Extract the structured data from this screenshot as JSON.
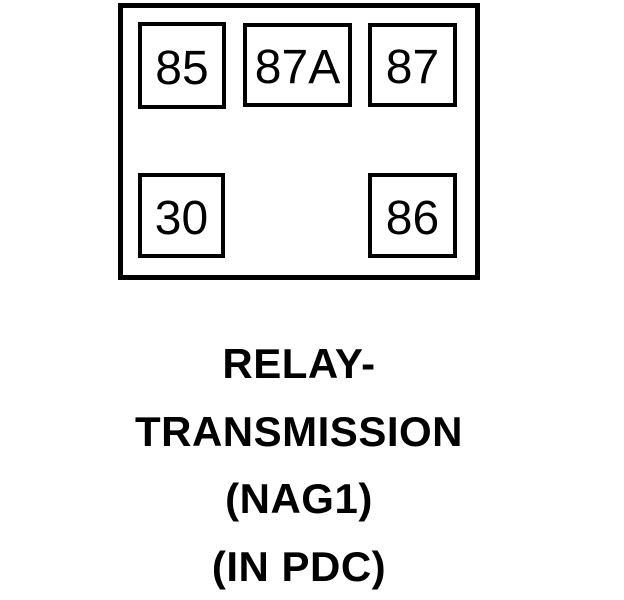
{
  "page": {
    "background_color": "#ffffff",
    "line_color": "#000000"
  },
  "relay_diagram": {
    "pins": [
      {
        "label": "85",
        "position": "top-left"
      },
      {
        "label": "87A",
        "position": "top-center"
      },
      {
        "label": "87",
        "position": "top-right"
      },
      {
        "label": "30",
        "position": "bottom-left"
      },
      {
        "label": "86",
        "position": "bottom-right"
      }
    ],
    "caption_lines": [
      {
        "text": "RELAY-"
      },
      {
        "text": "TRANSMISSION"
      },
      {
        "text": "(NAG1)"
      },
      {
        "text": "(IN PDC)"
      }
    ]
  }
}
